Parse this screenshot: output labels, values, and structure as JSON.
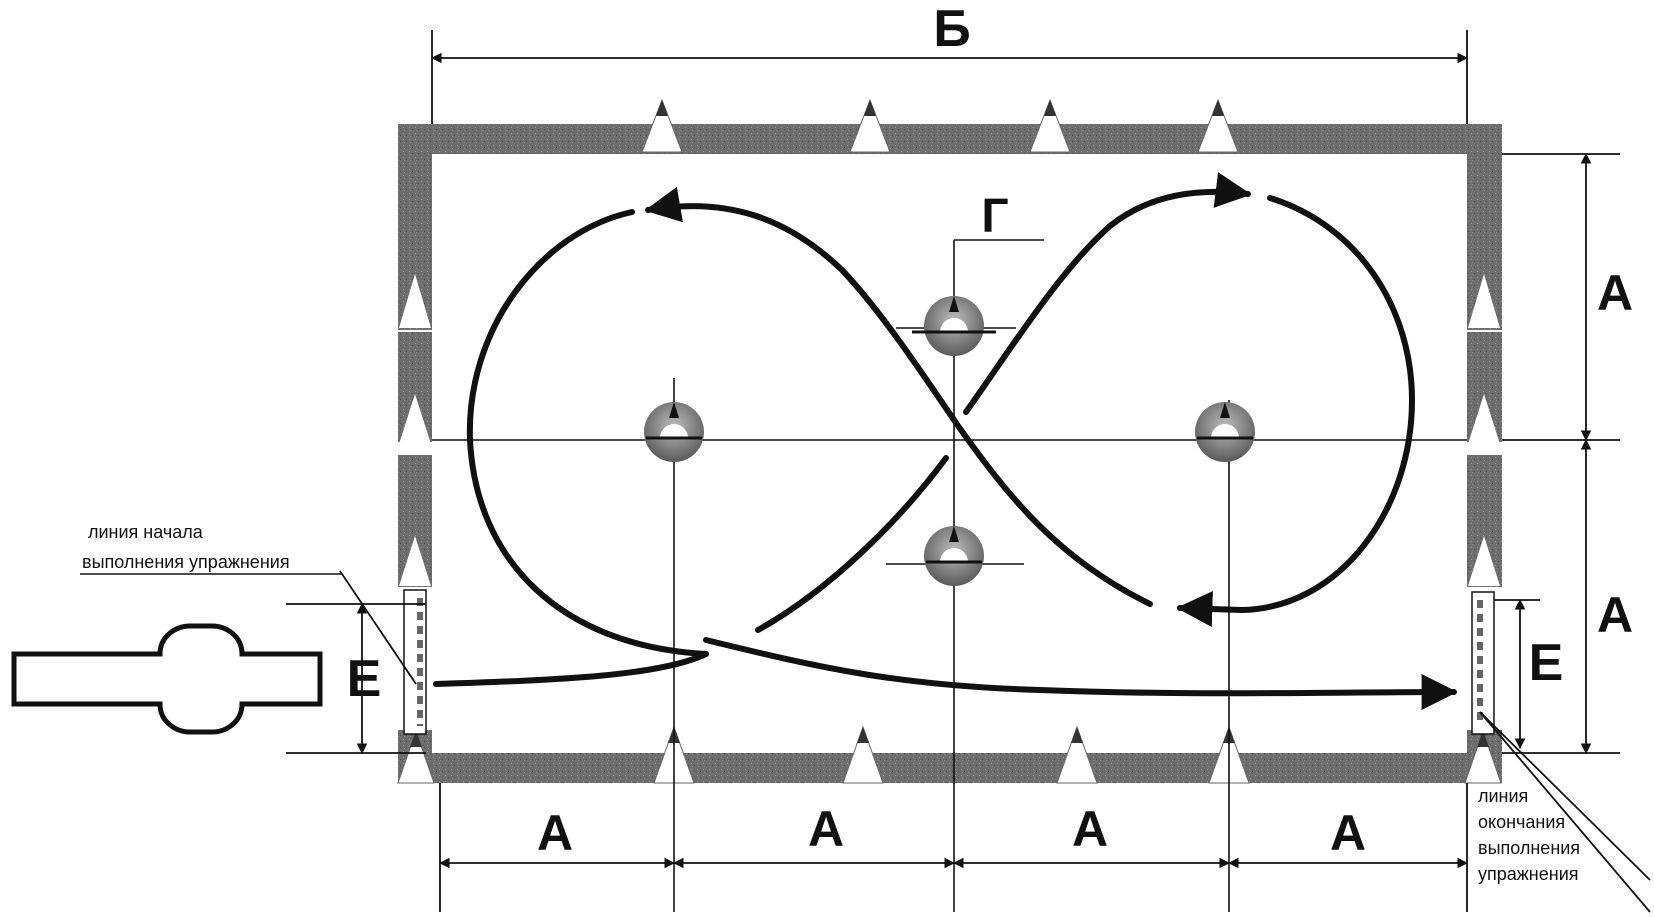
{
  "labels": {
    "width": "Б",
    "center_marker": "Г",
    "step_a": "А",
    "start_offset": "Е",
    "end_offset": "Е"
  },
  "notes": {
    "start_line": [
      "линия начала",
      "выполнения упражнения"
    ],
    "end_line": [
      "линия",
      "окончания",
      "выполнения",
      "упражнения"
    ]
  },
  "colors": {
    "line": "#111111",
    "border": "#6a6a6a",
    "cone": "#ffffff",
    "pin": "#8a8a8a"
  },
  "icons": [
    "cone-icon",
    "pin-icon",
    "arrow-icon",
    "vehicle-icon"
  ]
}
